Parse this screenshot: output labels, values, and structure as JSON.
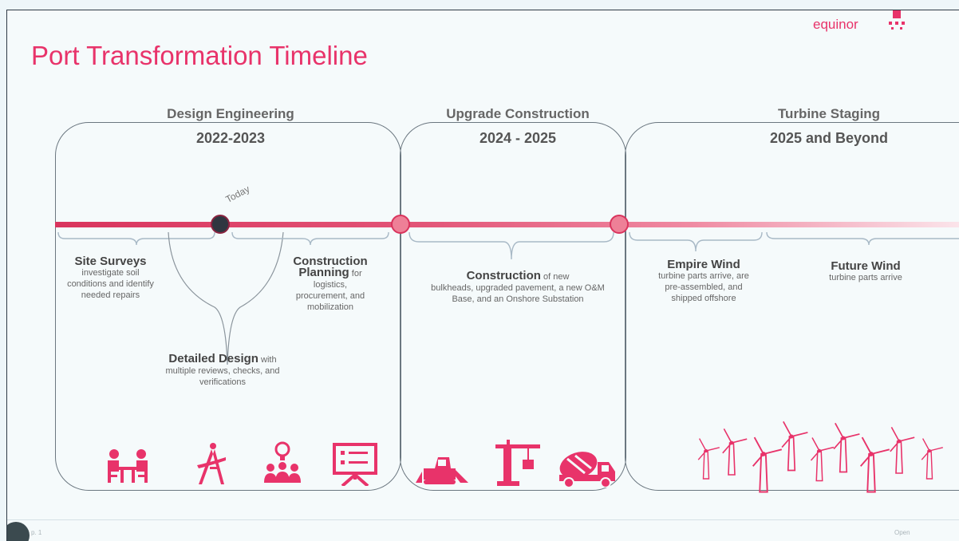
{
  "brand": {
    "name": "equinor"
  },
  "title": "Port Transformation Timeline",
  "today_label": "Today",
  "phases": [
    {
      "title": "Design Engineering",
      "years": "2022-2023"
    },
    {
      "title": "Upgrade Construction",
      "years": "2024 - 2025"
    },
    {
      "title": "Turbine Staging",
      "years": "2025 and Beyond"
    }
  ],
  "tasks": {
    "site_surveys": {
      "head": "Site Surveys",
      "text": "investigate soil conditions and identify needed repairs"
    },
    "detailed_design": {
      "head": "Detailed Design",
      "tail": "with",
      "text": "multiple reviews, checks, and verifications"
    },
    "construction_planning": {
      "head1": "Construction",
      "head2": "Planning",
      "tail": "for",
      "text": "logistics, procurement, and mobilization"
    },
    "construction": {
      "head": "Construction",
      "tail": "of new",
      "text": "bulkheads, upgraded pavement, a new O&M Base, and an Onshore Substation"
    },
    "empire_wind": {
      "head": "Empire Wind",
      "text": "turbine parts arrive, are pre-assembled, and shipped offshore"
    },
    "future_wind": {
      "head": "Future Wind",
      "text": "turbine parts arrive"
    }
  },
  "icons": {
    "design": [
      "meeting-icon",
      "drafting-compass-icon",
      "team-idea-icon",
      "presentation-board-icon"
    ],
    "construction": [
      "bulldozer-icon",
      "tower-crane-icon",
      "cement-truck-icon"
    ],
    "staging": [
      "wind-turbine-icon"
    ]
  },
  "colors": {
    "accent": "#e8336a",
    "timeline": "#d9345d",
    "outline": "#6b7780"
  },
  "footer": {
    "left": "p. 1",
    "right": "Open"
  }
}
